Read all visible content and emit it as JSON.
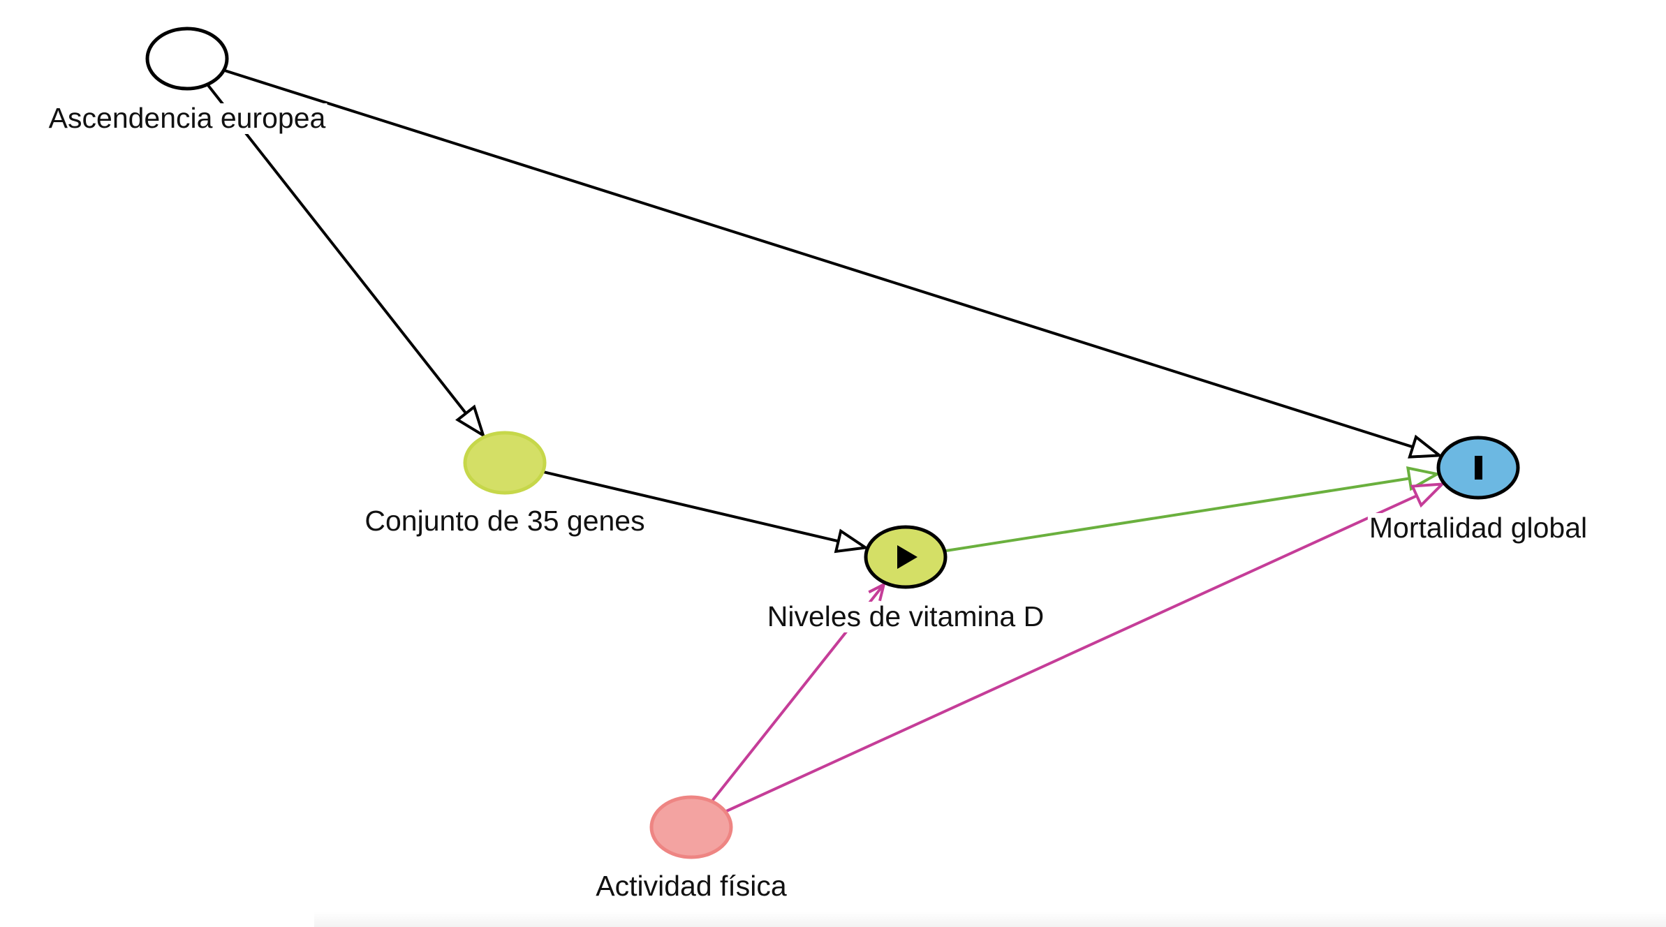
{
  "diagram": {
    "type": "causal-dag",
    "nodes": [
      {
        "id": "ancestry",
        "label": "Ascendencia europea",
        "role": "other",
        "fill": "#ffffff",
        "stroke": "#000000",
        "icon": null
      },
      {
        "id": "genes",
        "label": "Conjunto de 35 genes",
        "role": "ancestor-of-exposure",
        "fill": "#d4df66",
        "stroke": "#c6d74a",
        "icon": null
      },
      {
        "id": "vitd",
        "label": "Niveles de vitamina D",
        "role": "exposure",
        "fill": "#d4df66",
        "stroke": "#000000",
        "icon": "play-icon"
      },
      {
        "id": "mortality",
        "label": "Mortalidad global",
        "role": "outcome",
        "fill": "#6cb8e2",
        "stroke": "#000000",
        "icon": "outcome-bar-icon"
      },
      {
        "id": "activity",
        "label": "Actividad física",
        "role": "confounder",
        "fill": "#f3a3a1",
        "stroke": "#ee8583",
        "icon": null
      }
    ],
    "edges": [
      {
        "from": "ancestry",
        "to": "genes",
        "color": "#000000",
        "arrow": "hollow-triangle"
      },
      {
        "from": "ancestry",
        "to": "mortality",
        "color": "#000000",
        "arrow": "hollow-triangle"
      },
      {
        "from": "genes",
        "to": "vitd",
        "color": "#000000",
        "arrow": "hollow-triangle"
      },
      {
        "from": "vitd",
        "to": "mortality",
        "color": "#6ab03e",
        "arrow": "hollow-triangle"
      },
      {
        "from": "activity",
        "to": "vitd",
        "color": "#c53d98",
        "arrow": "open-v"
      },
      {
        "from": "activity",
        "to": "mortality",
        "color": "#c53d98",
        "arrow": "hollow-triangle"
      }
    ]
  }
}
